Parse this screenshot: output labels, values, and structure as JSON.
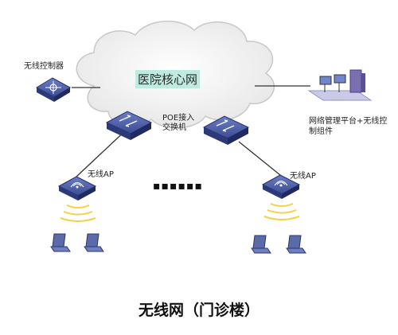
{
  "labels": {
    "cloud": "医院核心网",
    "controller": "无线控制器",
    "poe_switch": "POE接入\n交换机",
    "management": "网络管理平台+无线控制组件",
    "ap_left": "无线AP",
    "ap_right": "无线AP",
    "dots": "▪▪▪▪▪▪"
  },
  "title": "无线网（门诊楼）",
  "colors": {
    "device_blue": "#3f4f95",
    "device_dark": "#263270",
    "cloud_fill": "#f3f3f3",
    "cloud_stroke": "#cccccc",
    "line": "#333333",
    "signal": "#f2d24a"
  }
}
